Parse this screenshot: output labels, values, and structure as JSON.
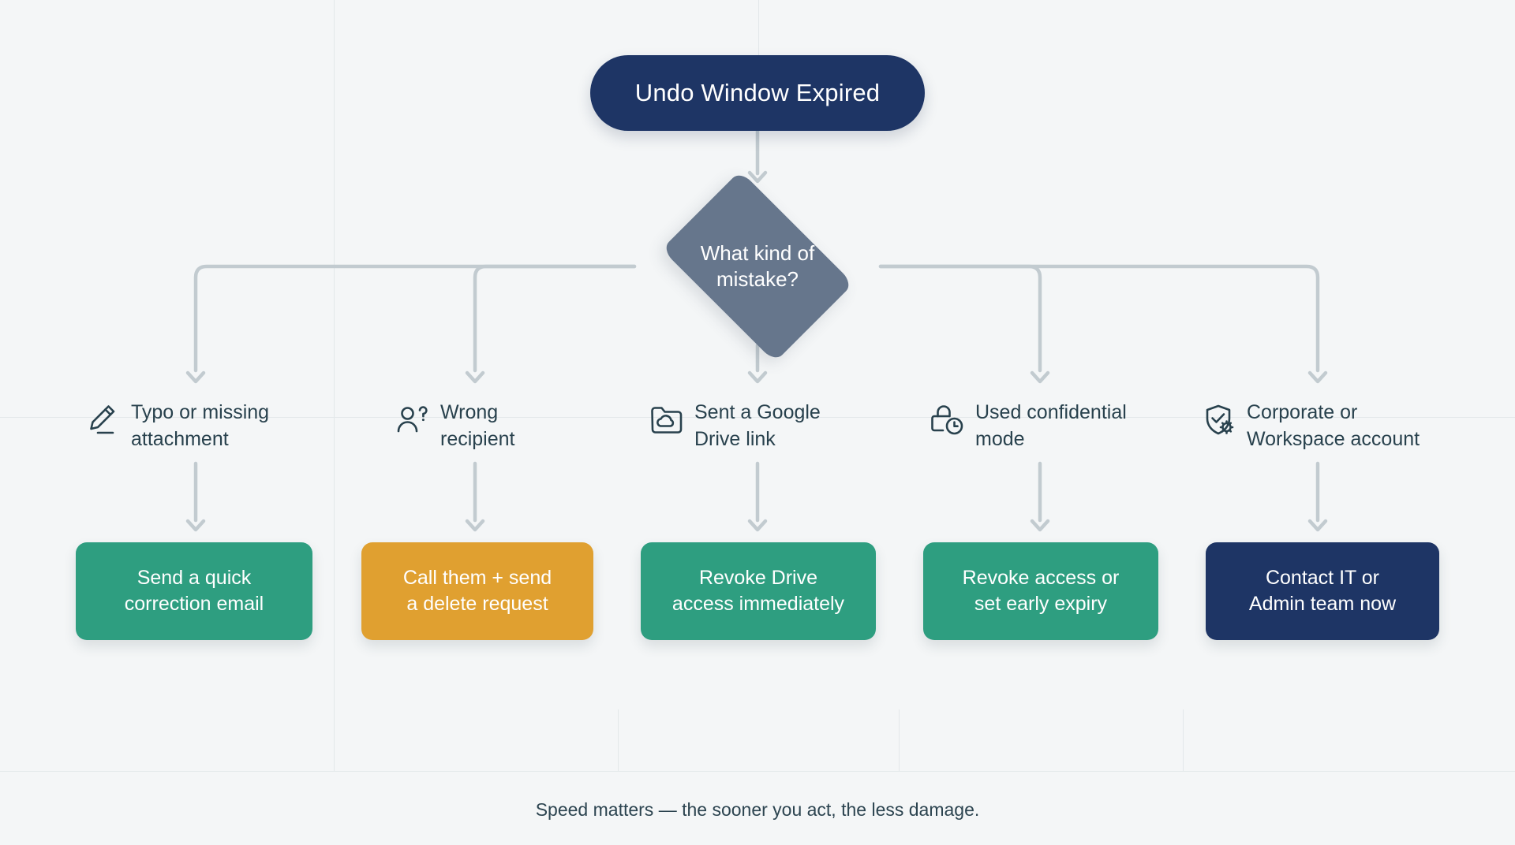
{
  "colors": {
    "background": "#f4f6f7",
    "navy": "#1e3565",
    "slate": "#66768c",
    "teal": "#2e9e80",
    "amber": "#e0a030",
    "connector": "#c2cbd0",
    "ink": "#28414d",
    "grid": "#e3e8ea"
  },
  "root": {
    "label": "Undo Window Expired"
  },
  "decision": {
    "label": "What kind of\nmistake?"
  },
  "branches": [
    {
      "icon": "pencil-edit-icon",
      "label": "Typo or missing\nattachment",
      "action": "Send a quick\ncorrection email",
      "action_color": "#2e9e80"
    },
    {
      "icon": "person-question-icon",
      "label": "Wrong\nrecipient",
      "action": "Call them + send\na delete request",
      "action_color": "#e0a030"
    },
    {
      "icon": "folder-cloud-icon",
      "label": "Sent a Google\nDrive link",
      "action": "Revoke Drive\naccess immediately",
      "action_color": "#2e9e80"
    },
    {
      "icon": "lock-clock-icon",
      "label": "Used confidential\nmode",
      "action": "Revoke access or\nset early expiry",
      "action_color": "#2e9e80"
    },
    {
      "icon": "shield-check-gear-icon",
      "label": "Corporate or\nWorkspace account",
      "action": "Contact IT or\nAdmin team now",
      "action_color": "#1e3565"
    }
  ],
  "footer": {
    "note": "Speed matters — the sooner you act, the less damage."
  }
}
